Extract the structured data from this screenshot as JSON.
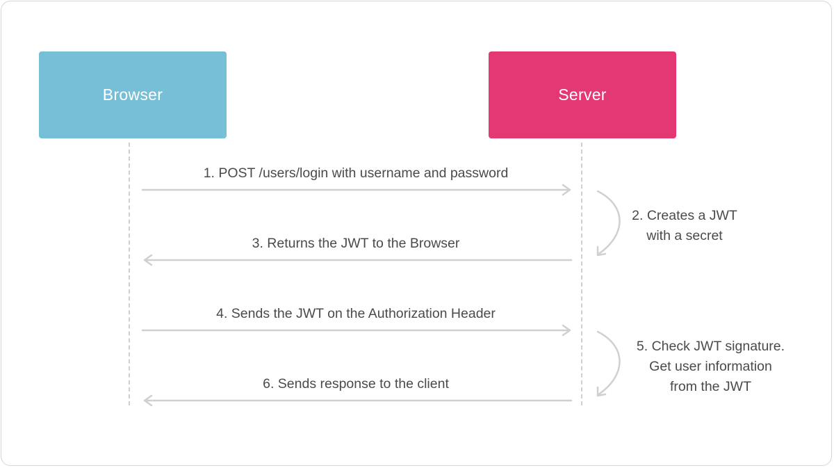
{
  "actors": {
    "browser": {
      "label": "Browser",
      "color": "#76bfd7"
    },
    "server": {
      "label": "Server",
      "color": "#e33874"
    }
  },
  "messages": [
    {
      "label": "1. POST /users/login with username and password",
      "direction": "right"
    },
    {
      "label": "3. Returns the JWT to the Browser",
      "direction": "left"
    },
    {
      "label": "4. Sends the JWT on the Authorization Header",
      "direction": "right"
    },
    {
      "label": "6. Sends response to the client",
      "direction": "left"
    }
  ],
  "notes": [
    {
      "lines": [
        "2. Creates a JWT",
        "with a secret"
      ]
    },
    {
      "lines": [
        "5. Check JWT signature.",
        "Get user information",
        "from the JWT"
      ]
    }
  ],
  "line_color": "#d0d0d0"
}
